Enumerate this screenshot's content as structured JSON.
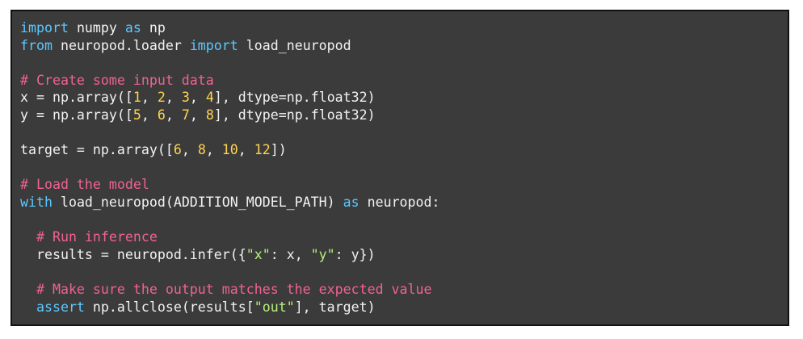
{
  "code_lines": [
    [
      {
        "t": "import",
        "c": "kw"
      },
      {
        "t": " numpy ",
        "c": "txt"
      },
      {
        "t": "as",
        "c": "kw"
      },
      {
        "t": " np",
        "c": "txt"
      }
    ],
    [
      {
        "t": "from",
        "c": "kw"
      },
      {
        "t": " neuropod.loader ",
        "c": "txt"
      },
      {
        "t": "import",
        "c": "kw"
      },
      {
        "t": " load_neuropod",
        "c": "txt"
      }
    ],
    [],
    [
      {
        "t": "# Create some input data",
        "c": "cm"
      }
    ],
    [
      {
        "t": "x = np.array([",
        "c": "txt"
      },
      {
        "t": "1",
        "c": "num"
      },
      {
        "t": ", ",
        "c": "txt"
      },
      {
        "t": "2",
        "c": "num"
      },
      {
        "t": ", ",
        "c": "txt"
      },
      {
        "t": "3",
        "c": "num"
      },
      {
        "t": ", ",
        "c": "txt"
      },
      {
        "t": "4",
        "c": "num"
      },
      {
        "t": "], dtype=np.float32)",
        "c": "txt"
      }
    ],
    [
      {
        "t": "y = np.array([",
        "c": "txt"
      },
      {
        "t": "5",
        "c": "num"
      },
      {
        "t": ", ",
        "c": "txt"
      },
      {
        "t": "6",
        "c": "num"
      },
      {
        "t": ", ",
        "c": "txt"
      },
      {
        "t": "7",
        "c": "num"
      },
      {
        "t": ", ",
        "c": "txt"
      },
      {
        "t": "8",
        "c": "num"
      },
      {
        "t": "], dtype=np.float32)",
        "c": "txt"
      }
    ],
    [],
    [
      {
        "t": "target = np.array([",
        "c": "txt"
      },
      {
        "t": "6",
        "c": "num"
      },
      {
        "t": ", ",
        "c": "txt"
      },
      {
        "t": "8",
        "c": "num"
      },
      {
        "t": ", ",
        "c": "txt"
      },
      {
        "t": "10",
        "c": "num"
      },
      {
        "t": ", ",
        "c": "txt"
      },
      {
        "t": "12",
        "c": "num"
      },
      {
        "t": "])",
        "c": "txt"
      }
    ],
    [],
    [
      {
        "t": "# Load the model",
        "c": "cm"
      }
    ],
    [
      {
        "t": "with",
        "c": "kw"
      },
      {
        "t": " load_neuropod(ADDITION_MODEL_PATH) ",
        "c": "txt"
      },
      {
        "t": "as",
        "c": "kw"
      },
      {
        "t": " neuropod:",
        "c": "txt"
      }
    ],
    [],
    [
      {
        "t": "  ",
        "c": "txt"
      },
      {
        "t": "# Run inference",
        "c": "cm"
      }
    ],
    [
      {
        "t": "  results = neuropod.infer({",
        "c": "txt"
      },
      {
        "t": "\"x\"",
        "c": "str"
      },
      {
        "t": ": x, ",
        "c": "txt"
      },
      {
        "t": "\"y\"",
        "c": "str"
      },
      {
        "t": ": y})",
        "c": "txt"
      }
    ],
    [],
    [
      {
        "t": "  ",
        "c": "txt"
      },
      {
        "t": "# Make sure the output matches the expected value",
        "c": "cm"
      }
    ],
    [
      {
        "t": "  ",
        "c": "txt"
      },
      {
        "t": "assert",
        "c": "kw"
      },
      {
        "t": " np.allclose(results[",
        "c": "txt"
      },
      {
        "t": "\"out\"",
        "c": "str"
      },
      {
        "t": "], target)",
        "c": "txt"
      }
    ]
  ]
}
